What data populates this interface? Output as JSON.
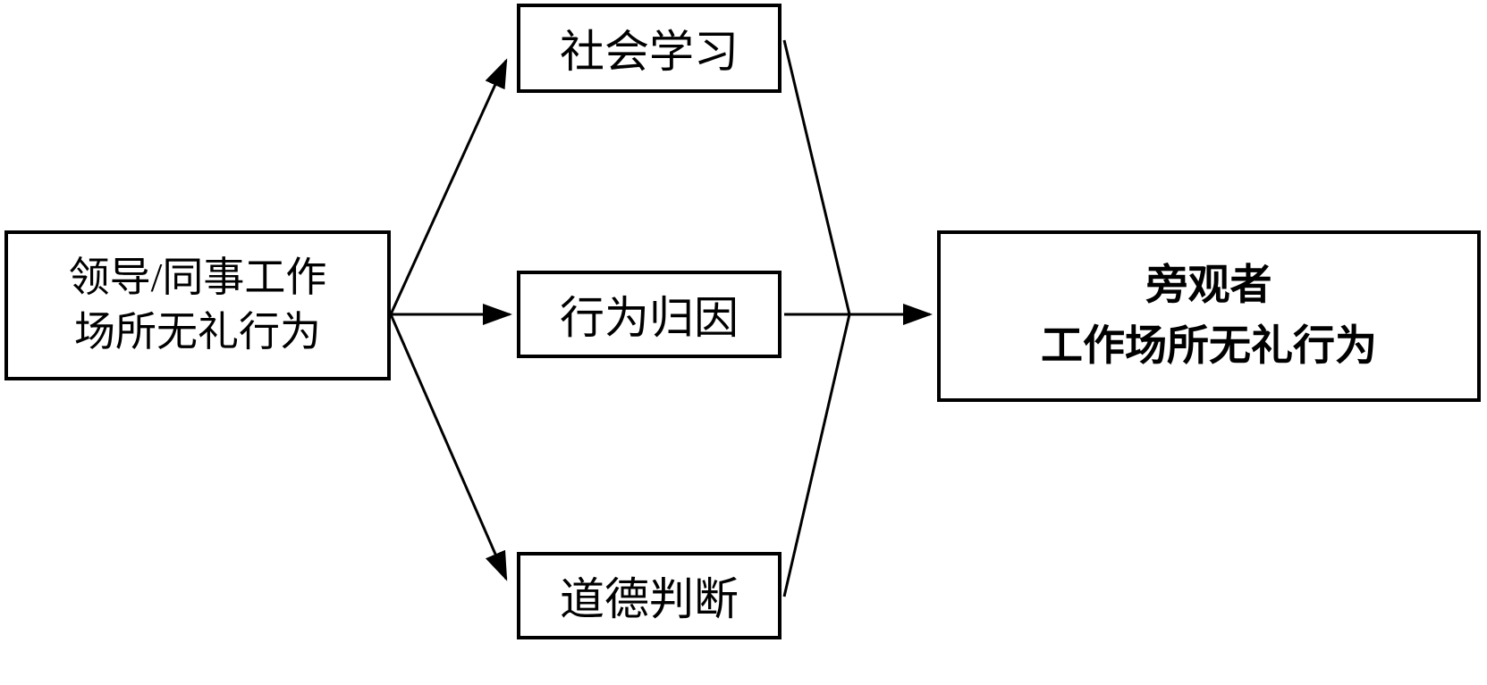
{
  "diagram": {
    "antecedent": {
      "line1": "领导/同事工作",
      "line2": "场所无礼行为"
    },
    "mediators": [
      {
        "label": "社会学习"
      },
      {
        "label": "行为归因"
      },
      {
        "label": "道德判断"
      }
    ],
    "outcome": {
      "line1": "旁观者",
      "line2": "工作场所无礼行为"
    },
    "colors": {
      "line": "#000000",
      "box_border": "#000000",
      "background": "#ffffff"
    }
  }
}
